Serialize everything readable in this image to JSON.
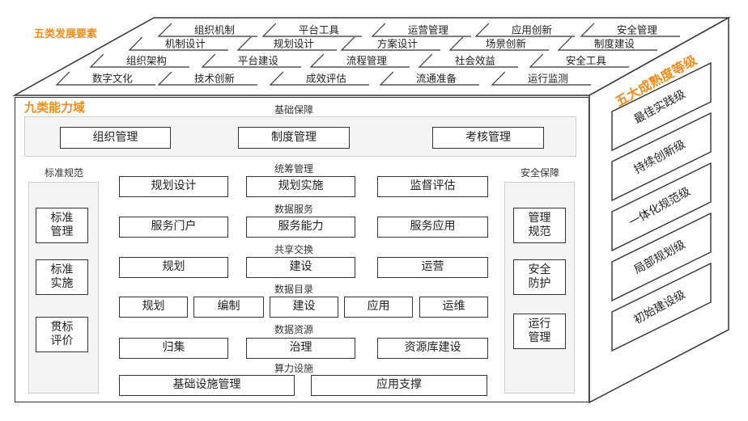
{
  "five_elements": {
    "title": "五类发展要素",
    "rows": [
      [
        "组织机制",
        "平台工具",
        "运营管理",
        "应用创新",
        "安全管理"
      ],
      [
        "机制设计",
        "规划设计",
        "方案设计",
        "场景创新",
        "制度建设"
      ],
      [
        "组织架构",
        "平台建设",
        "流程管理",
        "社会效益",
        "安全工具"
      ],
      [
        "数字文化",
        "技术创新",
        "成效评估",
        "流通准备",
        "运行监测"
      ]
    ]
  },
  "nine_domains": {
    "title": "九类能力域",
    "foundation": {
      "label": "基础保障",
      "items": [
        "组织管理",
        "制度管理",
        "考核管理"
      ]
    },
    "standards": {
      "label": "标准规范",
      "items": [
        "标准\n管理",
        "标准\n实施",
        "贯标\n评价"
      ]
    },
    "security": {
      "label": "安全保障",
      "items": [
        "管理\n规范",
        "安全\n防护",
        "运行\n管理"
      ]
    },
    "planning": {
      "label": "统筹管理",
      "items": [
        "规划设计",
        "规划实施",
        "监督评估"
      ]
    },
    "data_service": {
      "label": "数据服务",
      "items": [
        "服务门户",
        "服务能力",
        "服务应用"
      ]
    },
    "sharing": {
      "label": "共享交换",
      "items": [
        "规划",
        "建设",
        "运营"
      ]
    },
    "catalog": {
      "label": "数据目录",
      "items": [
        "规划",
        "编制",
        "建设",
        "应用",
        "运维"
      ]
    },
    "resources": {
      "label": "数据资源",
      "items": [
        "归集",
        "治理",
        "资源库建设"
      ]
    },
    "compute": {
      "label": "算力设施",
      "items": [
        "基础设施管理",
        "应用支撑"
      ]
    }
  },
  "maturity": {
    "title": "五大成熟度等级",
    "levels": [
      "最佳实践级",
      "持续创新级",
      "一体化规范级",
      "局部规划级",
      "初始建设级"
    ]
  }
}
